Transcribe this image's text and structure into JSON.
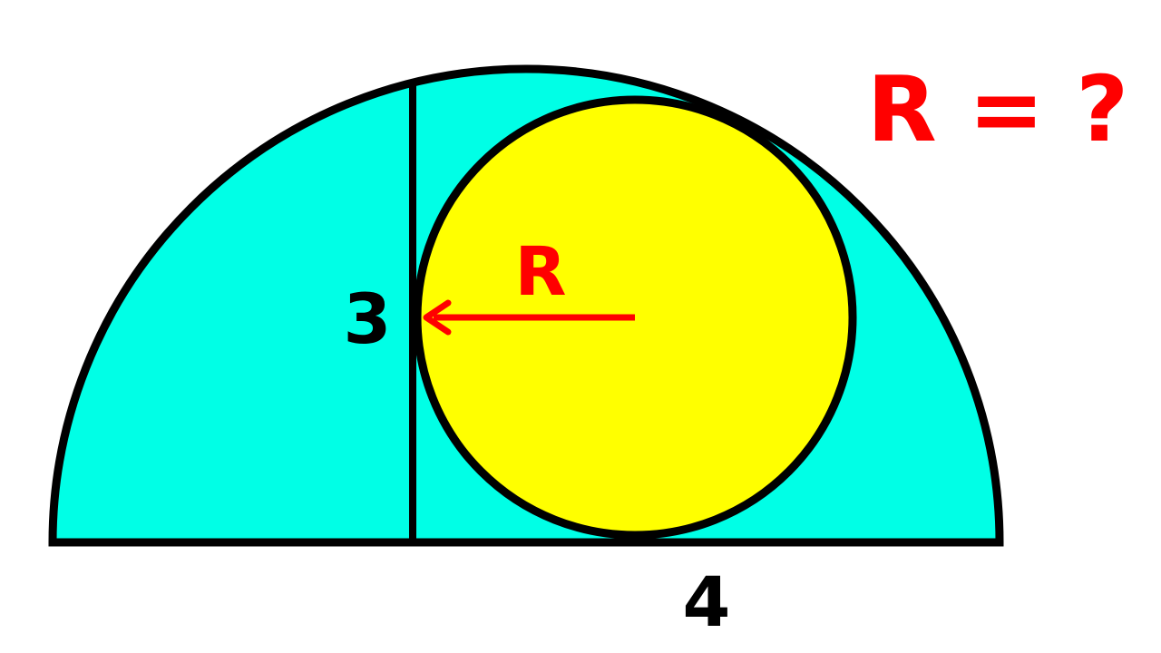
{
  "title": "R = ?",
  "labels": {
    "chord_length": "3",
    "base_segment": "4",
    "radius": "R"
  },
  "colors": {
    "semicircle_fill": "#00ffe6",
    "circle_fill": "#ffff00",
    "stroke": "#000000",
    "accent": "#ff0000",
    "background": "#ffffff"
  }
}
